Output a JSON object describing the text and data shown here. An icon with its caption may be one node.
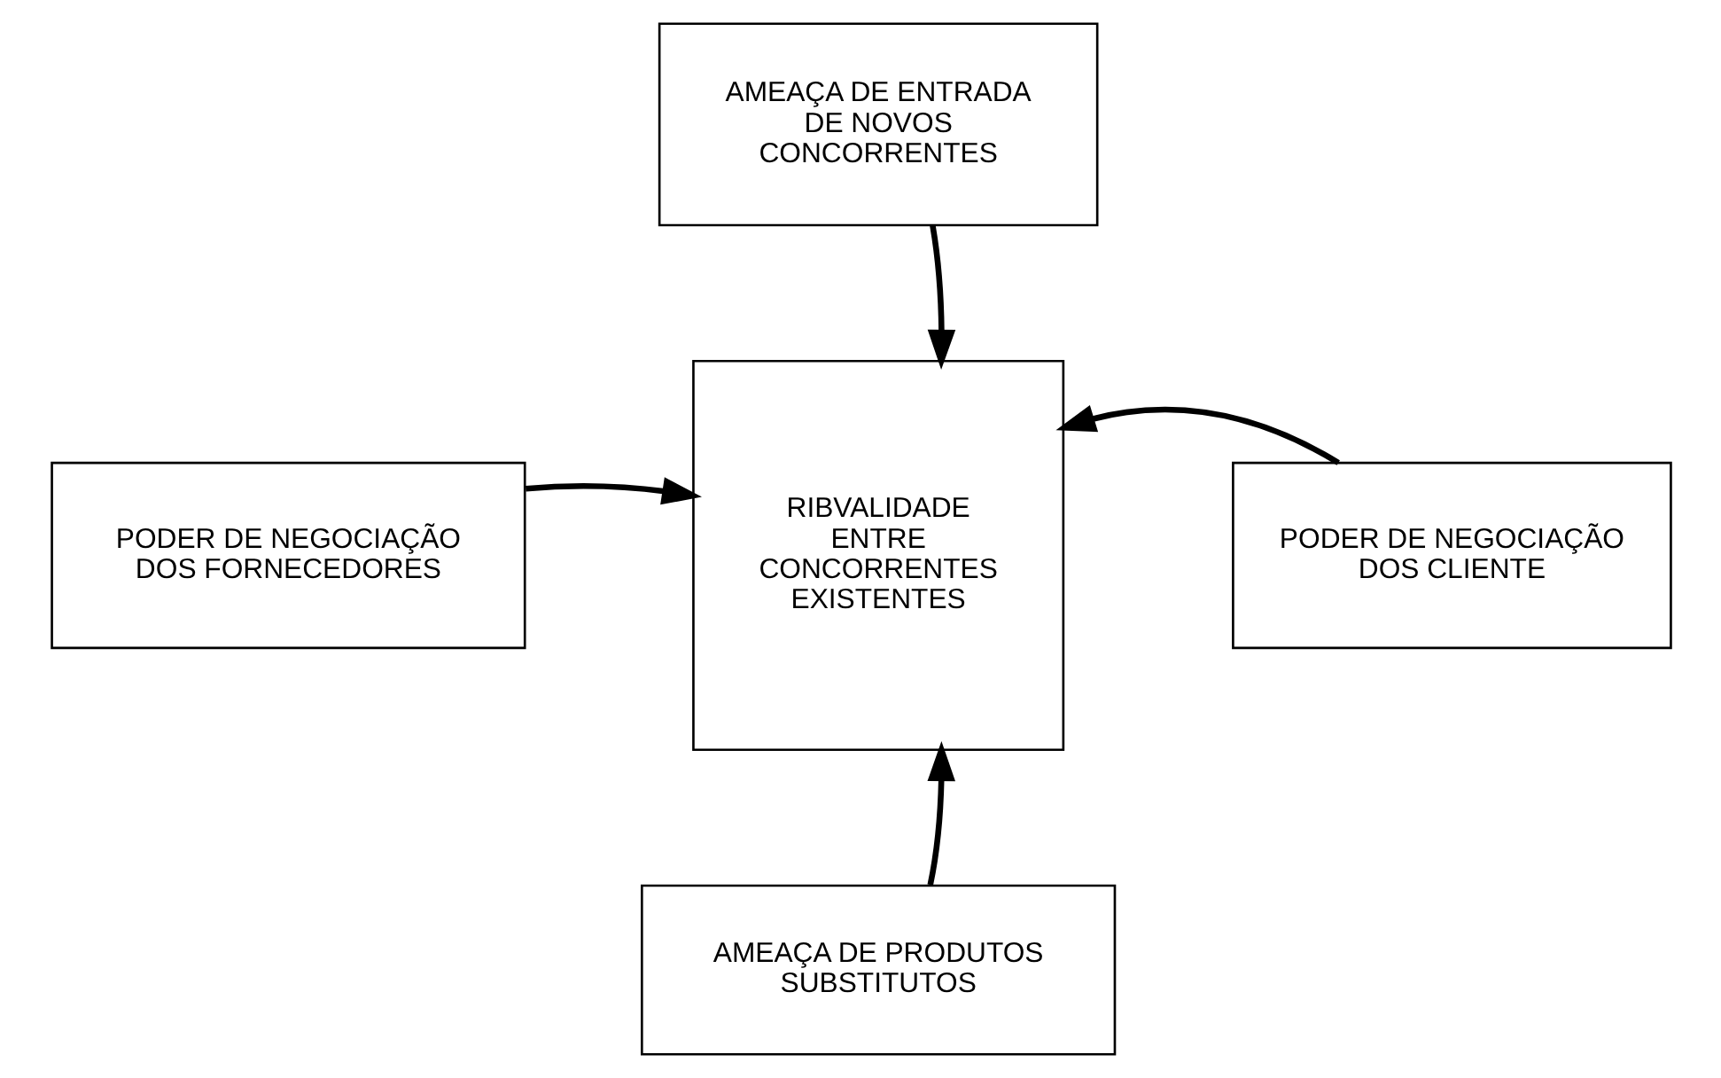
{
  "diagram": {
    "nodes": [
      {
        "text": [
          "AMEAÇA DE ENTRADA DE NOVOS CONCORRENTES"
        ]
      },
      {
        "text": [
          "PODER DE NEGOCIAÇÃO DOS FORNECEDORES"
        ]
      },
      {
        "text": [
          "RIBVALIDADE ENTRE CONCORRENTES EXISTENTES"
        ]
      },
      {
        "text": [
          "PODER DE NEGOCIAÇÃO DOS CLIENTE"
        ]
      },
      {
        "text": [
          "AMEAÇA DE PRODUTOS SUBSTITUTOS"
        ]
      }
    ],
    "edges": [
      {
        "from": 0,
        "to": 2,
        "arrow": "to"
      },
      {
        "from": 1,
        "to": 2,
        "arrow": "to"
      },
      {
        "from": 3,
        "to": 2,
        "arrow": "to"
      },
      {
        "from": 4,
        "to": 2,
        "arrow": "to"
      }
    ]
  }
}
